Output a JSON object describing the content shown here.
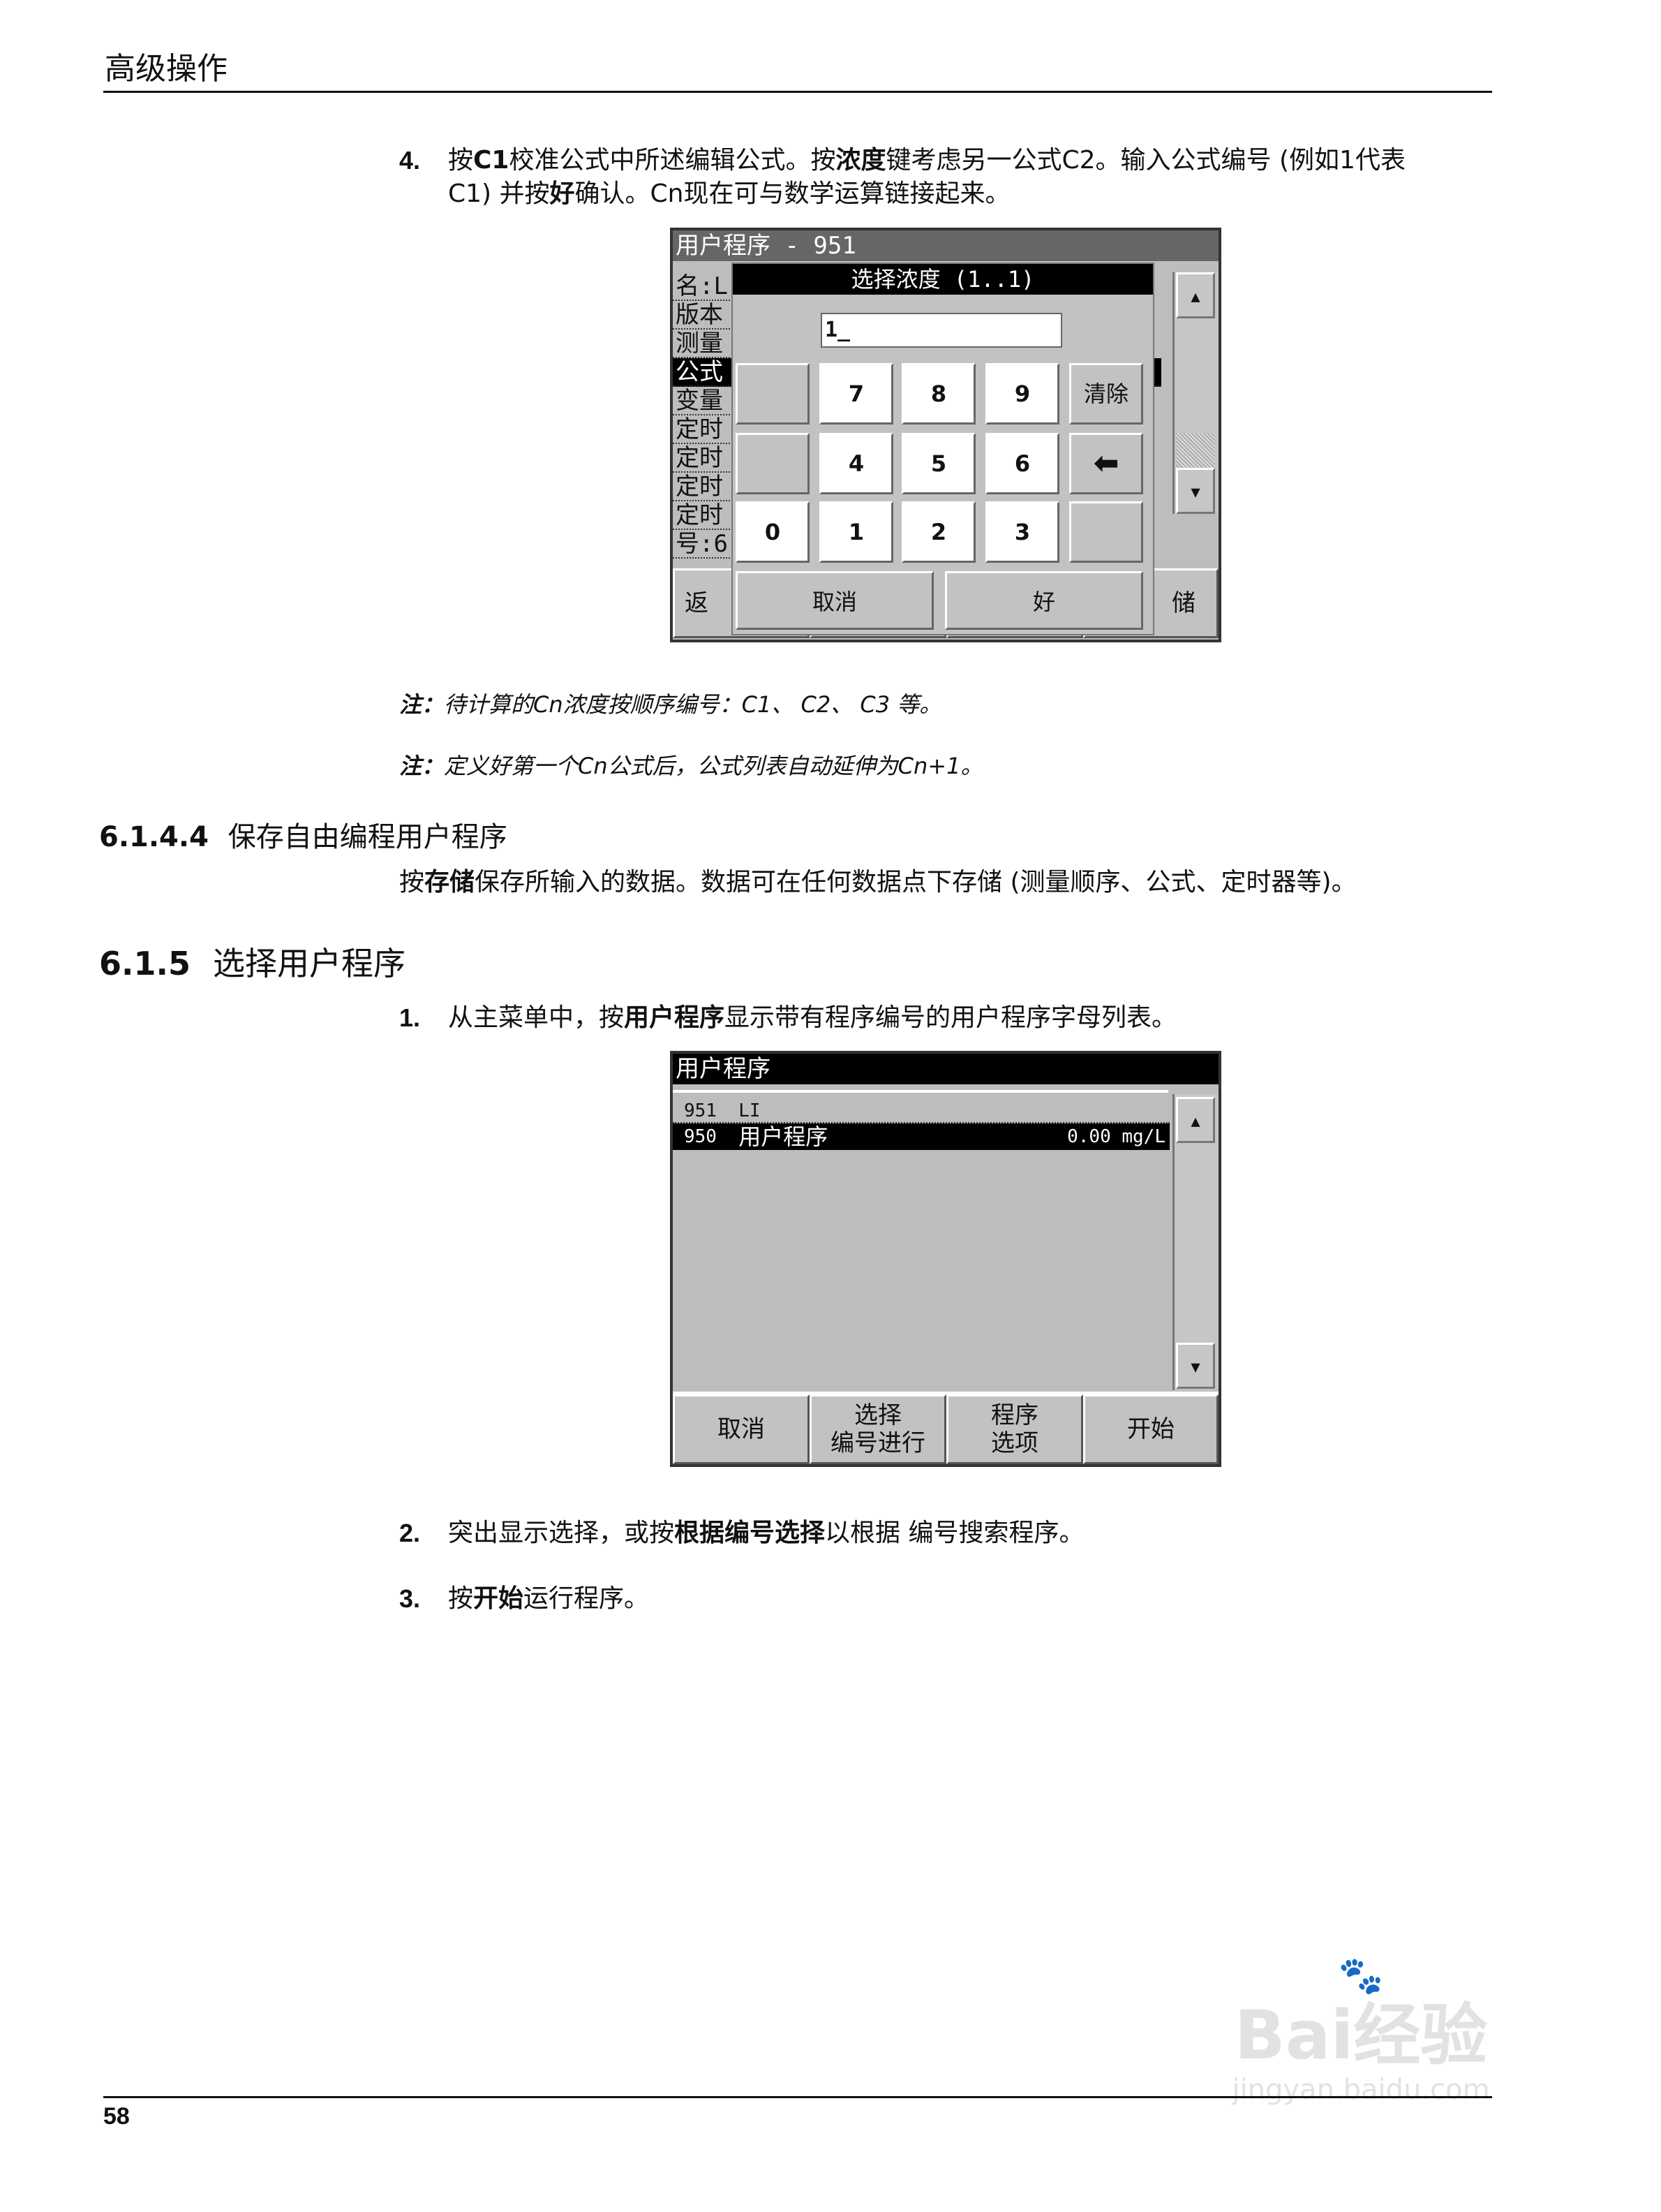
{
  "header": {
    "title": "高级操作"
  },
  "step4": {
    "num": "4.",
    "line1_a": "按",
    "line1_b": "C1",
    "line1_c": "校准公式中所述编辑公式。按",
    "line1_d": "浓度",
    "line1_e": "键考虑另一公式C2。输入公式编号 (例如1代表",
    "line2_a": "C1) 并按",
    "line2_b": "好",
    "line2_c": "确认。Cn现在可与数学运算链接起来。"
  },
  "screen1": {
    "title": "用户程序 - 951",
    "rows": [
      "名:L",
      "版本",
      "测量",
      "公式",
      "变量",
      "定时",
      "定时",
      "定时",
      "定时",
      "号:6"
    ],
    "bottom_left": "返",
    "bottom_right": "储",
    "dialog": {
      "title": "选择浓度 (1..1)",
      "input_value": "1_",
      "keys": [
        "7",
        "8",
        "9",
        "4",
        "5",
        "6",
        "0",
        "1",
        "2",
        "3"
      ],
      "clear": "清除",
      "cancel": "取消",
      "ok": "好"
    }
  },
  "notes": [
    {
      "label": "注：",
      "text": "待计算的Cn浓度按顺序编号：C1、 C2、 C3 等。"
    },
    {
      "label": "注：",
      "text": "定义好第一个Cn公式后，公式列表自动延伸为Cn+1。"
    }
  ],
  "sec6144": {
    "num": "6.1.4.4",
    "title": "保存自由编程用户程序",
    "p_a": "按",
    "p_b": "存储",
    "p_c": "保存所输入的数据。数据可在任何数据点下存储 (测量顺序、公式、定时器等)。"
  },
  "sec615": {
    "num": "6.1.5",
    "title": "选择用户程序"
  },
  "step1": {
    "num": "1.",
    "a": "从主菜单中，按",
    "b": "用户程序",
    "c": "显示带有程序编号的用户程序字母列表。"
  },
  "screen2": {
    "title": "用户程序",
    "items": [
      {
        "num": "951",
        "name": "LI",
        "value": ""
      },
      {
        "num": "950",
        "name": "用户程序",
        "value": "0.00 mg/L"
      }
    ],
    "buttons": [
      "取消",
      "选择\n编号进行",
      "程序\n选项",
      "开始"
    ]
  },
  "step2": {
    "num": "2.",
    "a": "突出显示选择，或按",
    "b": "根据编号选择",
    "c": "以根据 编号搜索程序。"
  },
  "step3": {
    "num": "3.",
    "a": "按",
    "b": "开始",
    "c": "运行程序。"
  },
  "footer": {
    "page": "58"
  },
  "watermark": {
    "text": "Bai经验",
    "url": "jingyan.baidu.com"
  }
}
